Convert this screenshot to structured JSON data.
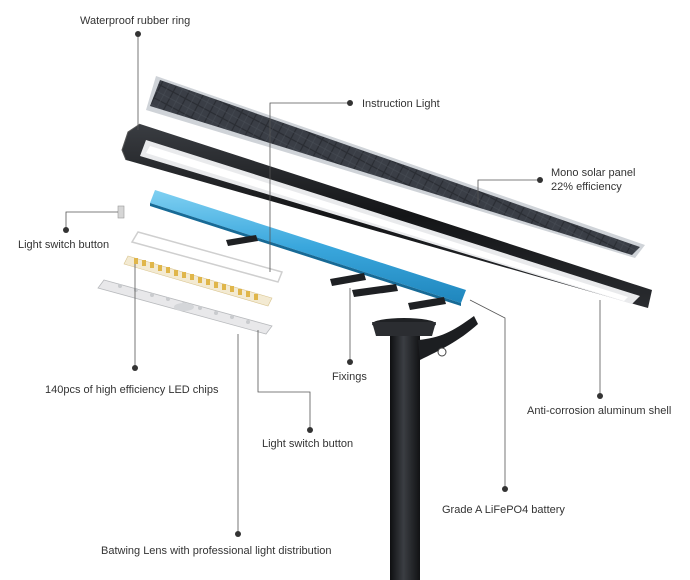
{
  "diagram": {
    "labels": {
      "waterproof_ring": "Waterproof rubber ring",
      "instruction_light": "Instruction Light",
      "solar_panel_line1": "Mono solar panel",
      "solar_panel_line2": "22% efficiency",
      "switch_button_left": "Light switch button",
      "led_chips": "140pcs of high efficiency LED chips",
      "fixings": "Fixings",
      "shell": "Anti-corrosion aluminum shell",
      "switch_button_bottom": "Light switch button",
      "battery": "Grade A LiFePO4 battery",
      "lens": "Batwing Lens with professional light distribution"
    },
    "colors": {
      "leader": "#555555",
      "dot": "#333333",
      "solar_cell": "#2a2d33",
      "solar_frame": "#cfd3d8",
      "housing": "#1b1d20",
      "battery": "#3aa7dd",
      "led_chip": "#e0b64a",
      "pole": "#1f2124"
    }
  }
}
